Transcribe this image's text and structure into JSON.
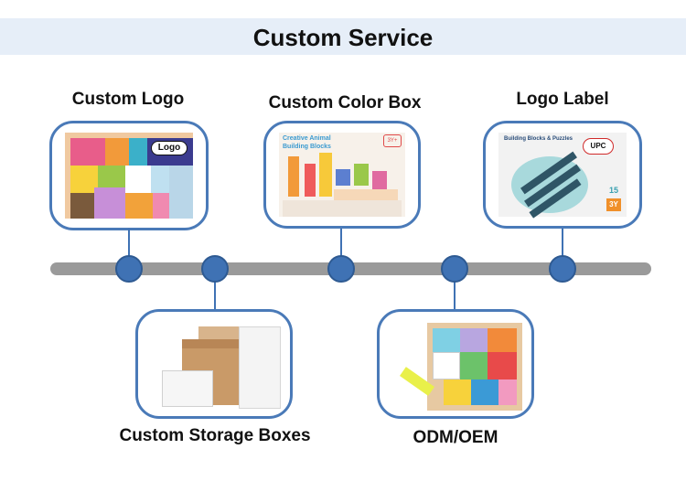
{
  "header": {
    "title": "Custom Service"
  },
  "services": {
    "custom_logo": {
      "label": "Custom Logo",
      "logo_text": "Logo"
    },
    "custom_color_box": {
      "label": "Custom Color Box",
      "box_title": "Creative Animal Building Blocks",
      "age_badge": "3Y+"
    },
    "logo_label": {
      "label": "Logo Label",
      "box_title": "Building Blocks & Puzzles",
      "badge": "UPC",
      "count": "15",
      "age": "3Y"
    },
    "custom_storage_boxes": {
      "label": "Custom Storage Boxes"
    },
    "odm_oem": {
      "label": "ODM/OEM"
    }
  },
  "colors": {
    "accent": "#3f72b4",
    "frame": "#4a7ab8",
    "timeline": "#9a9a9a",
    "title_band": "#e6eef8"
  }
}
